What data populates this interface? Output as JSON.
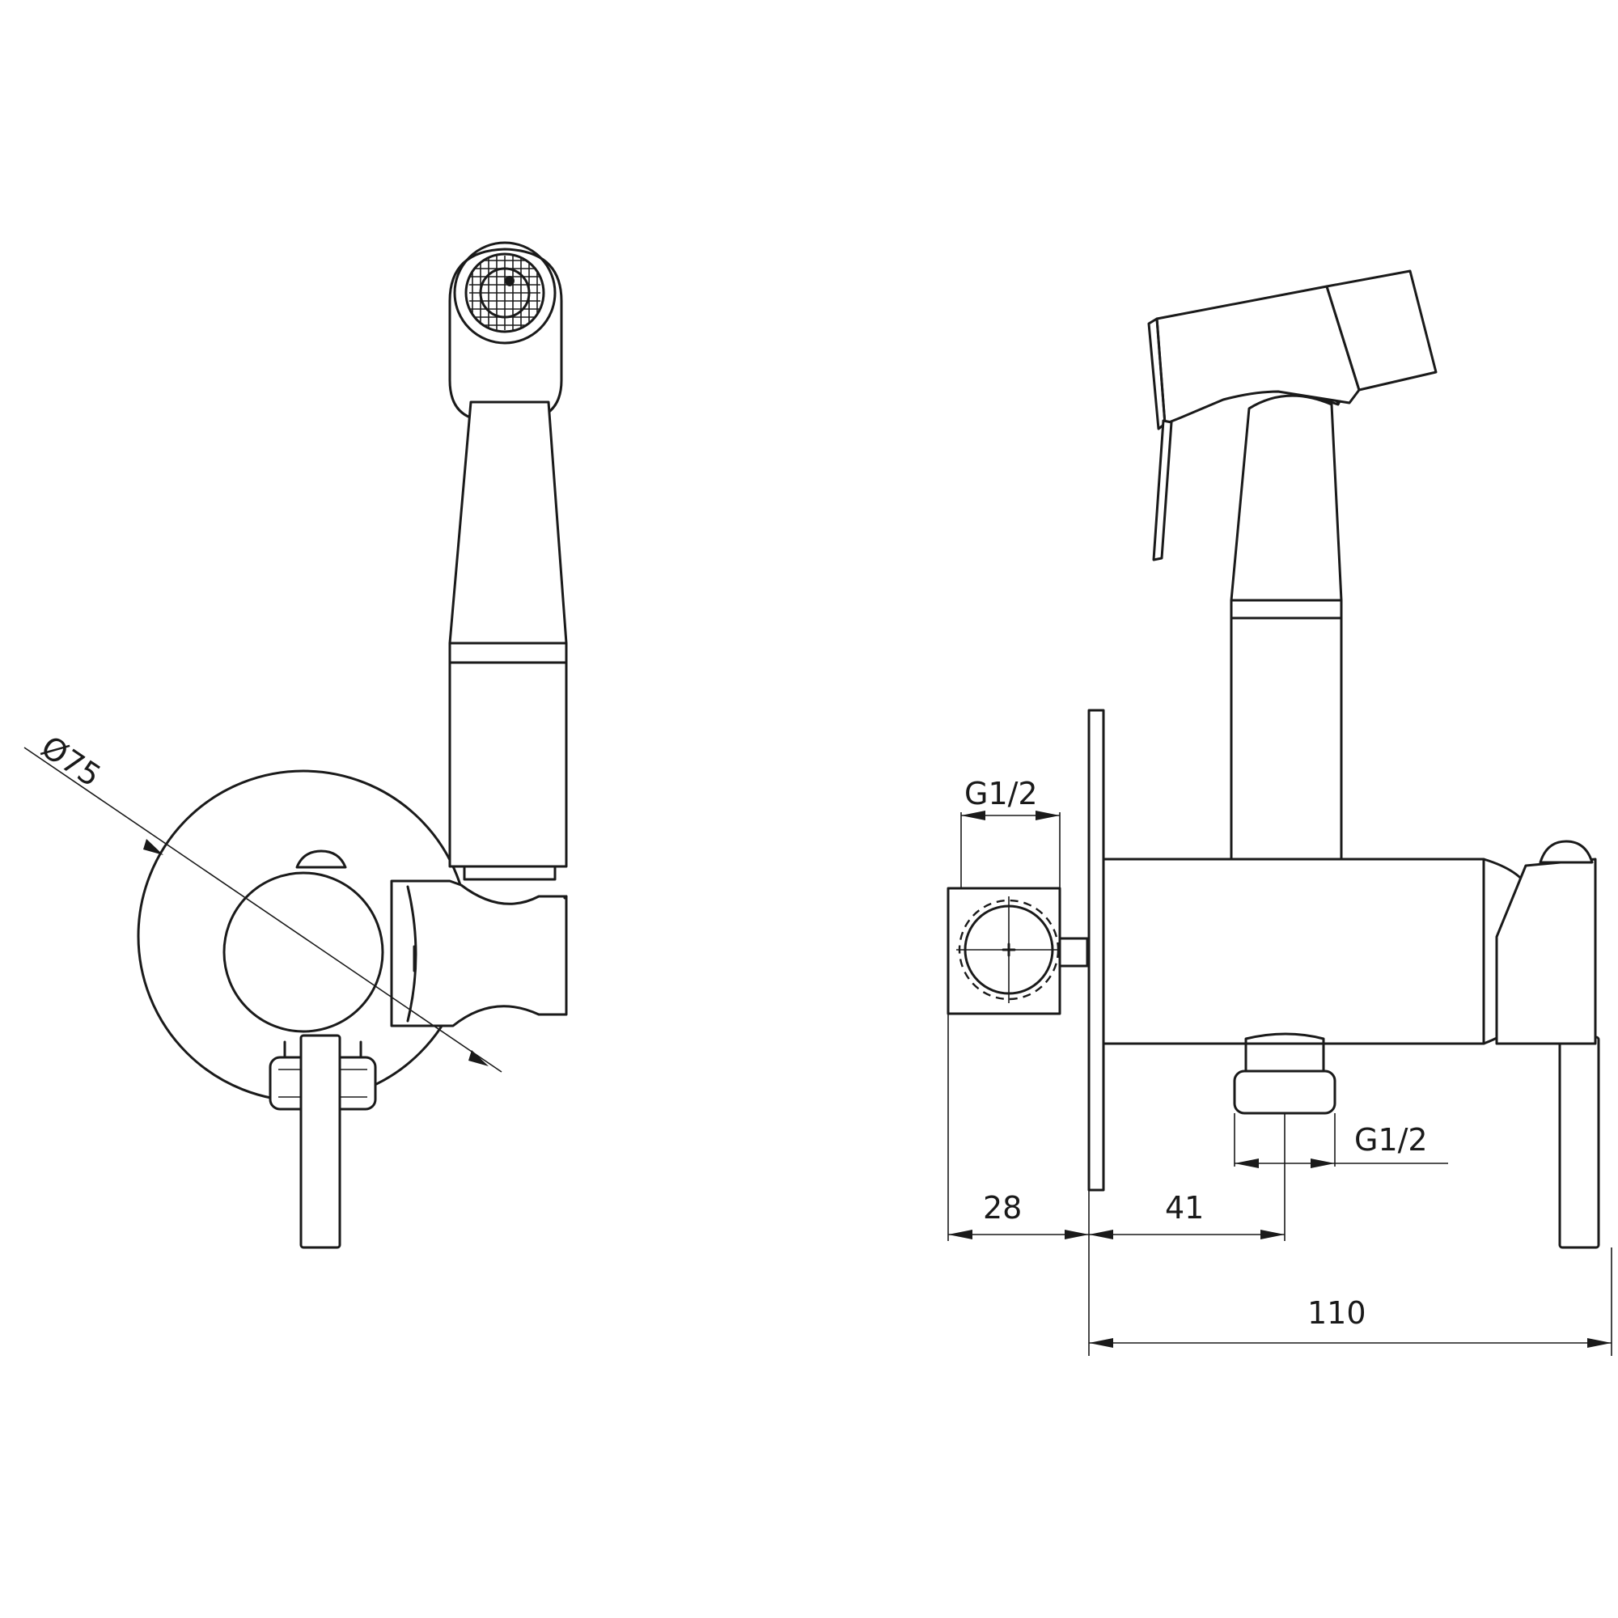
{
  "dimensions": {
    "diameter": "Ø75",
    "inlet_thread_top": "G1/2",
    "outlet_thread_bottom": "G1/2",
    "depth": "28",
    "outlet_offset": "41",
    "projection": "110"
  },
  "colors": {
    "line": "#1a1a1a",
    "background": "#ffffff"
  }
}
